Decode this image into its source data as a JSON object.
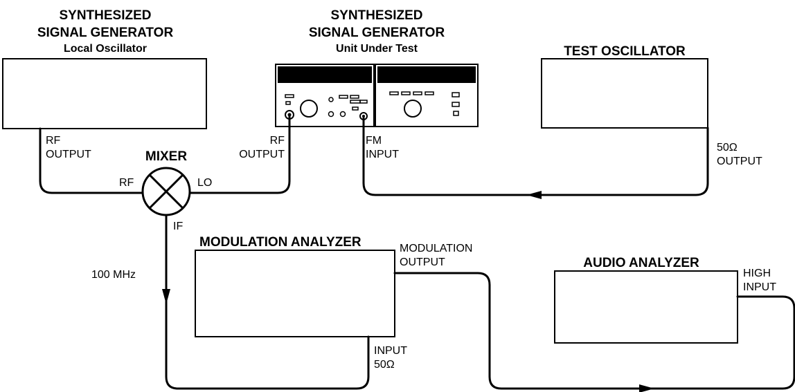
{
  "local_oscillator": {
    "title_line1": "SYNTHESIZED",
    "title_line2": "SIGNAL GENERATOR",
    "subtitle": "Local Oscillator",
    "port_line1": "RF",
    "port_line2": "OUTPUT"
  },
  "unit_under_test": {
    "title_line1": "SYNTHESIZED",
    "title_line2": "SIGNAL GENERATOR",
    "subtitle": "Unit Under Test",
    "rf_port_line1": "RF",
    "rf_port_line2": "OUTPUT",
    "fm_port_line1": "FM",
    "fm_port_line2": "INPUT"
  },
  "test_oscillator": {
    "title": "TEST OSCILLATOR",
    "port_line1": "50Ω",
    "port_line2": "OUTPUT"
  },
  "mixer": {
    "title": "MIXER",
    "rf_label": "RF",
    "lo_label": "LO",
    "if_label": "IF",
    "if_frequency": "100 MHz"
  },
  "modulation_analyzer": {
    "title": "MODULATION ANALYZER",
    "out_line1": "MODULATION",
    "out_line2": "OUTPUT",
    "in_line1": "INPUT",
    "in_line2": "50Ω"
  },
  "audio_analyzer": {
    "title": "AUDIO ANALYZER",
    "in_line1": "HIGH",
    "in_line2": "INPUT"
  }
}
